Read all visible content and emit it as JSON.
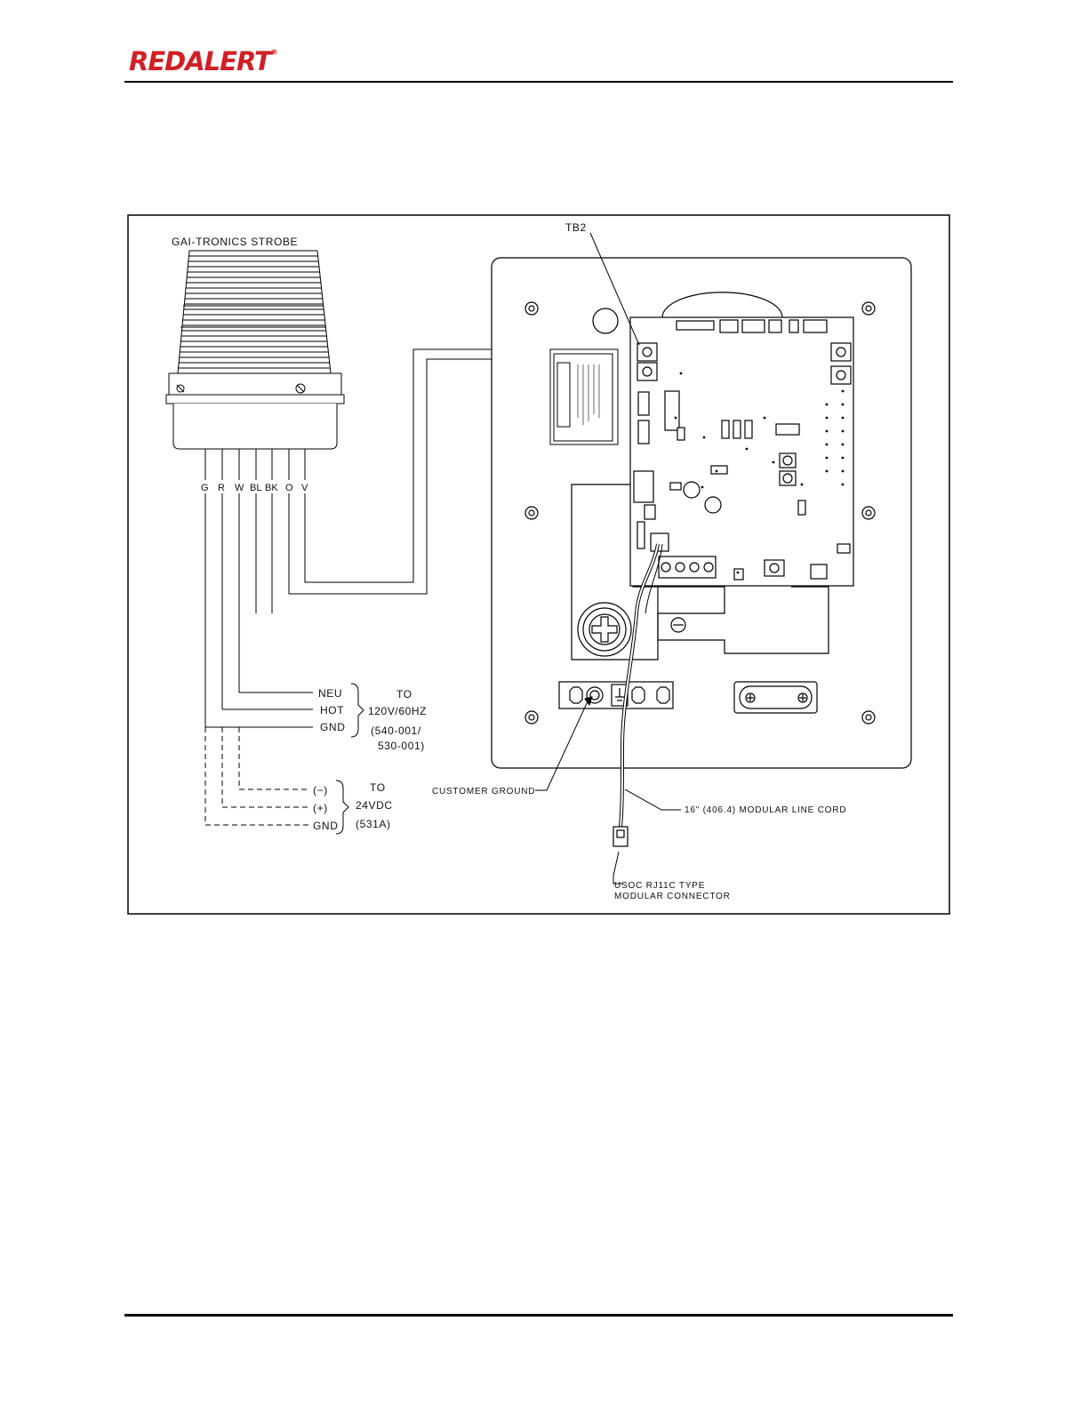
{
  "header": {
    "logo_text": "REDALERT",
    "logo_mark": "®",
    "logo_color": "#d21f26"
  },
  "diagram": {
    "strobe_title": "GAI-TRONICS STROBE",
    "tb2_label": "TB2",
    "wire_labels": [
      "G",
      "R",
      "W",
      "BL",
      "BK",
      "O",
      "V"
    ],
    "ac_terminals": [
      "NEU",
      "HOT",
      "GND"
    ],
    "ac_target": {
      "to": "TO",
      "voltage": "120V/60HZ",
      "models_line1": "(540-001/",
      "models_line2": "530-001)"
    },
    "dc_terminals": [
      "(−)",
      "(+)",
      "GND"
    ],
    "dc_target": {
      "to": "TO",
      "voltage": "24VDC",
      "model": "(531A)"
    },
    "customer_ground": "CUSTOMER GROUND",
    "line_cord": "16\" (406.4) MODULAR LINE CORD",
    "connector_line1": "USOC RJ11C TYPE",
    "connector_line2": "MODULAR CONNECTOR"
  }
}
